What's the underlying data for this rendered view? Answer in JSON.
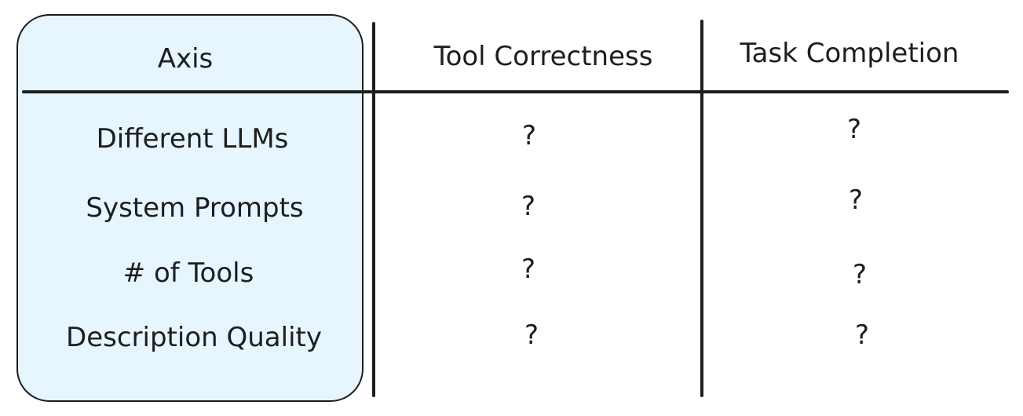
{
  "headers": {
    "axis": "Axis",
    "tool_correctness": "Tool Correctness",
    "task_completion": "Task Completion"
  },
  "rows": [
    {
      "axis": "Different LLMs",
      "tool_correctness": "?",
      "task_completion": "?"
    },
    {
      "axis": "System Prompts",
      "tool_correctness": "?",
      "task_completion": "?"
    },
    {
      "axis": "# of Tools",
      "tool_correctness": "?",
      "task_completion": "?"
    },
    {
      "axis": "Description Quality",
      "tool_correctness": "?",
      "task_completion": "?"
    }
  ],
  "colors": {
    "axis_fill": "#e7f5ff",
    "stroke": "#1e1e1e"
  }
}
